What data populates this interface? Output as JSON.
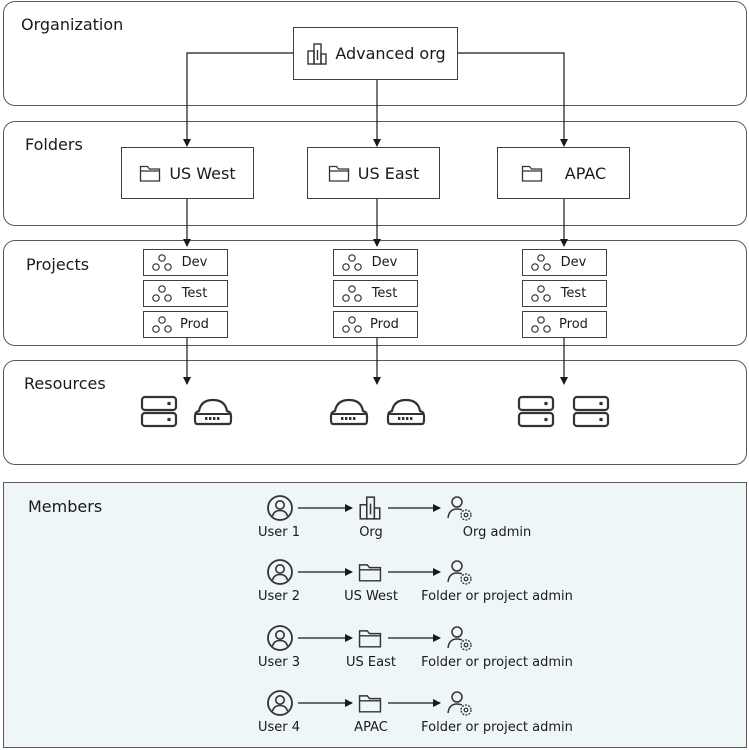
{
  "layers": {
    "organization": "Organization",
    "folders": "Folders",
    "projects": "Projects",
    "resources": "Resources",
    "members": "Members"
  },
  "org": {
    "name": "Advanced org",
    "icon": "building-icon"
  },
  "folders": [
    {
      "name": "US West",
      "icon": "folder-icon"
    },
    {
      "name": "US East",
      "icon": "folder-icon"
    },
    {
      "name": "APAC",
      "icon": "folder-icon"
    }
  ],
  "projects": [
    [
      "Dev",
      "Test",
      "Prod"
    ],
    [
      "Dev",
      "Test",
      "Prod"
    ],
    [
      "Dev",
      "Test",
      "Prod"
    ]
  ],
  "resources": [
    [
      "server-icon",
      "cloud-drive-icon"
    ],
    [
      "cloud-drive-icon",
      "cloud-drive-icon"
    ],
    [
      "server-icon",
      "server-icon"
    ]
  ],
  "members": [
    {
      "user": "User 1",
      "scope": "Org",
      "scope_icon": "building-icon",
      "role": "Org admin"
    },
    {
      "user": "User 2",
      "scope": "US West",
      "scope_icon": "folder-icon",
      "role": "Folder or project admin"
    },
    {
      "user": "User 3",
      "scope": "US East",
      "scope_icon": "folder-icon",
      "role": "Folder or project admin"
    },
    {
      "user": "User 4",
      "scope": "APAC",
      "scope_icon": "folder-icon",
      "role": "Folder or project admin"
    }
  ]
}
